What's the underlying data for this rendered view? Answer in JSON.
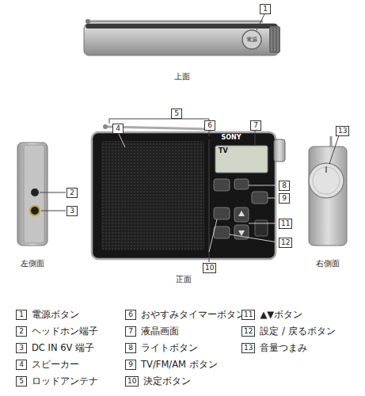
{
  "diagram": {
    "nodes": [
      {
        "text": [
          "1"
        ]
      },
      {
        "text": [
          "2"
        ]
      },
      {
        "text": [
          "3"
        ]
      },
      {
        "text": [
          "4"
        ]
      },
      {
        "text": [
          "5"
        ]
      },
      {
        "text": [
          "6"
        ]
      },
      {
        "text": [
          "7"
        ]
      },
      {
        "text": [
          "8"
        ]
      },
      {
        "text": [
          "9"
        ]
      },
      {
        "text": [
          "10"
        ]
      },
      {
        "text": [
          "11"
        ]
      },
      {
        "text": [
          "12"
        ]
      },
      {
        "text": [
          "13"
        ]
      },
      {
        "text": [
          "1",
          "電源ボタン"
        ]
      },
      {
        "text": [
          "2",
          "ヘッドホン端子"
        ]
      },
      {
        "text": [
          "3",
          "DC IN 6V 端子"
        ]
      },
      {
        "text": [
          "4",
          "スピーカー"
        ]
      },
      {
        "text": [
          "5",
          "ロッドアンテナ"
        ]
      },
      {
        "text": [
          "6",
          "おやすみタイマーボタン"
        ]
      },
      {
        "text": [
          "7",
          "液晶画面"
        ]
      },
      {
        "text": [
          "8",
          "ライトボタン"
        ]
      },
      {
        "text": [
          "9",
          "TV/FM/AM ボタン"
        ]
      },
      {
        "text": [
          "10",
          "決定ボタン"
        ]
      },
      {
        "text": [
          "11",
          "▲▼ボタン"
        ]
      },
      {
        "text": [
          "12",
          "設定 / 戻るボタン"
        ]
      },
      {
        "text": [
          "13",
          "音量つまみ"
        ]
      }
    ],
    "labels": [
      "上面",
      "左側面",
      "正面",
      "右側面",
      "電源",
      "SONY",
      "TV"
    ]
  }
}
